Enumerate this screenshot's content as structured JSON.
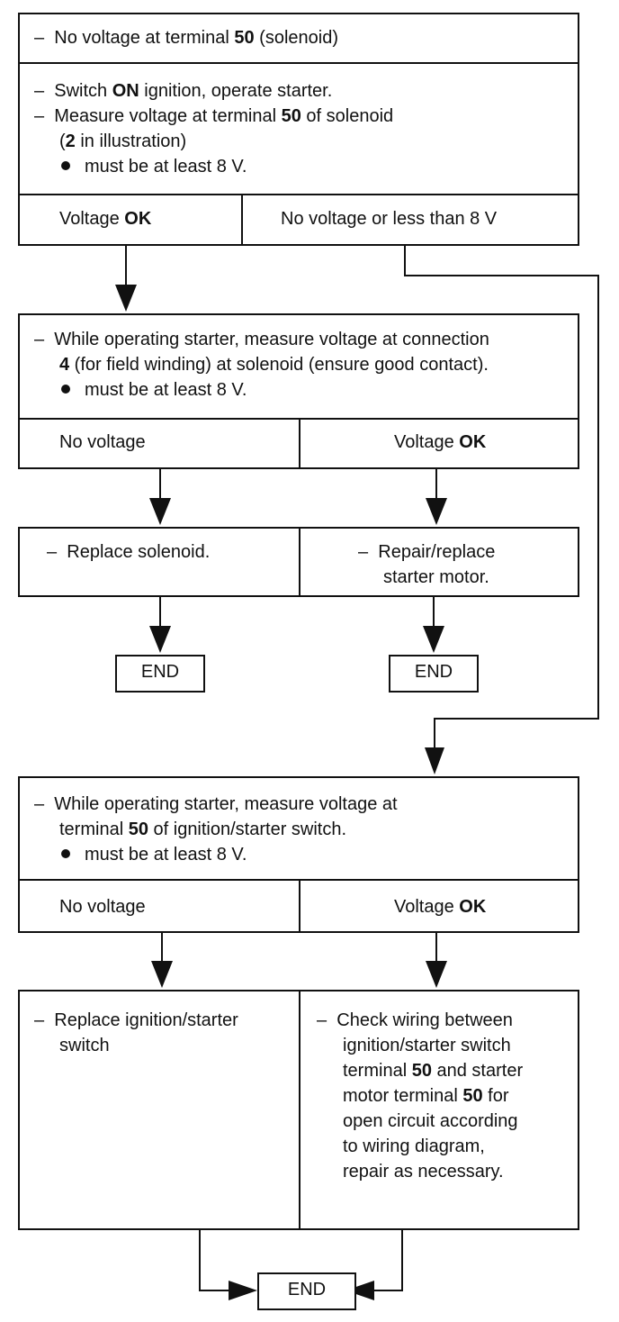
{
  "step1": {
    "header": "No voltage at terminal ",
    "header_bold": "50",
    "header_tail": " (solenoid)",
    "line1_a": "Switch ",
    "line1_b": "ON",
    "line1_c": " ignition, operate starter.",
    "line2_a": "Measure voltage at terminal ",
    "line2_b": "50",
    "line2_c": " of solenoid",
    "line3_a": "(",
    "line3_b": "2",
    "line3_c": " in illustration)",
    "bullet": "must be at least 8 V.",
    "left_a": "Voltage ",
    "left_b": "OK",
    "right": "No voltage or less than 8 V"
  },
  "step2": {
    "line1": "While operating starter, measure voltage at connection",
    "line2_b": "4",
    "line2_c": " (for field winding) at solenoid (ensure good contact).",
    "bullet": "must be at least 8 V.",
    "left": "No voltage",
    "right_a": "Voltage ",
    "right_b": "OK",
    "action_left": "Replace solenoid.",
    "action_right_1": "Repair/replace",
    "action_right_2": "starter motor.",
    "end_left": "END",
    "end_right": "END"
  },
  "step3": {
    "line1": "While operating starter, measure voltage at",
    "line2_a": "terminal ",
    "line2_b": "50",
    "line2_c": " of ignition/starter switch.",
    "bullet": "must be at least 8 V.",
    "left": "No voltage",
    "right_a": "Voltage ",
    "right_b": "OK",
    "action_left_1": "Replace ignition/starter",
    "action_left_2": "switch",
    "action_right_1": "Check wiring between",
    "action_right_2": "ignition/starter switch",
    "action_right_3a": "terminal ",
    "action_right_3b": "50",
    "action_right_3c": " and starter",
    "action_right_4a": "motor terminal ",
    "action_right_4b": "50",
    "action_right_4c": " for",
    "action_right_5": "open circuit according",
    "action_right_6": "to wiring diagram,",
    "action_right_7": "repair as necessary.",
    "end": "END"
  },
  "dash_symbol": "–"
}
